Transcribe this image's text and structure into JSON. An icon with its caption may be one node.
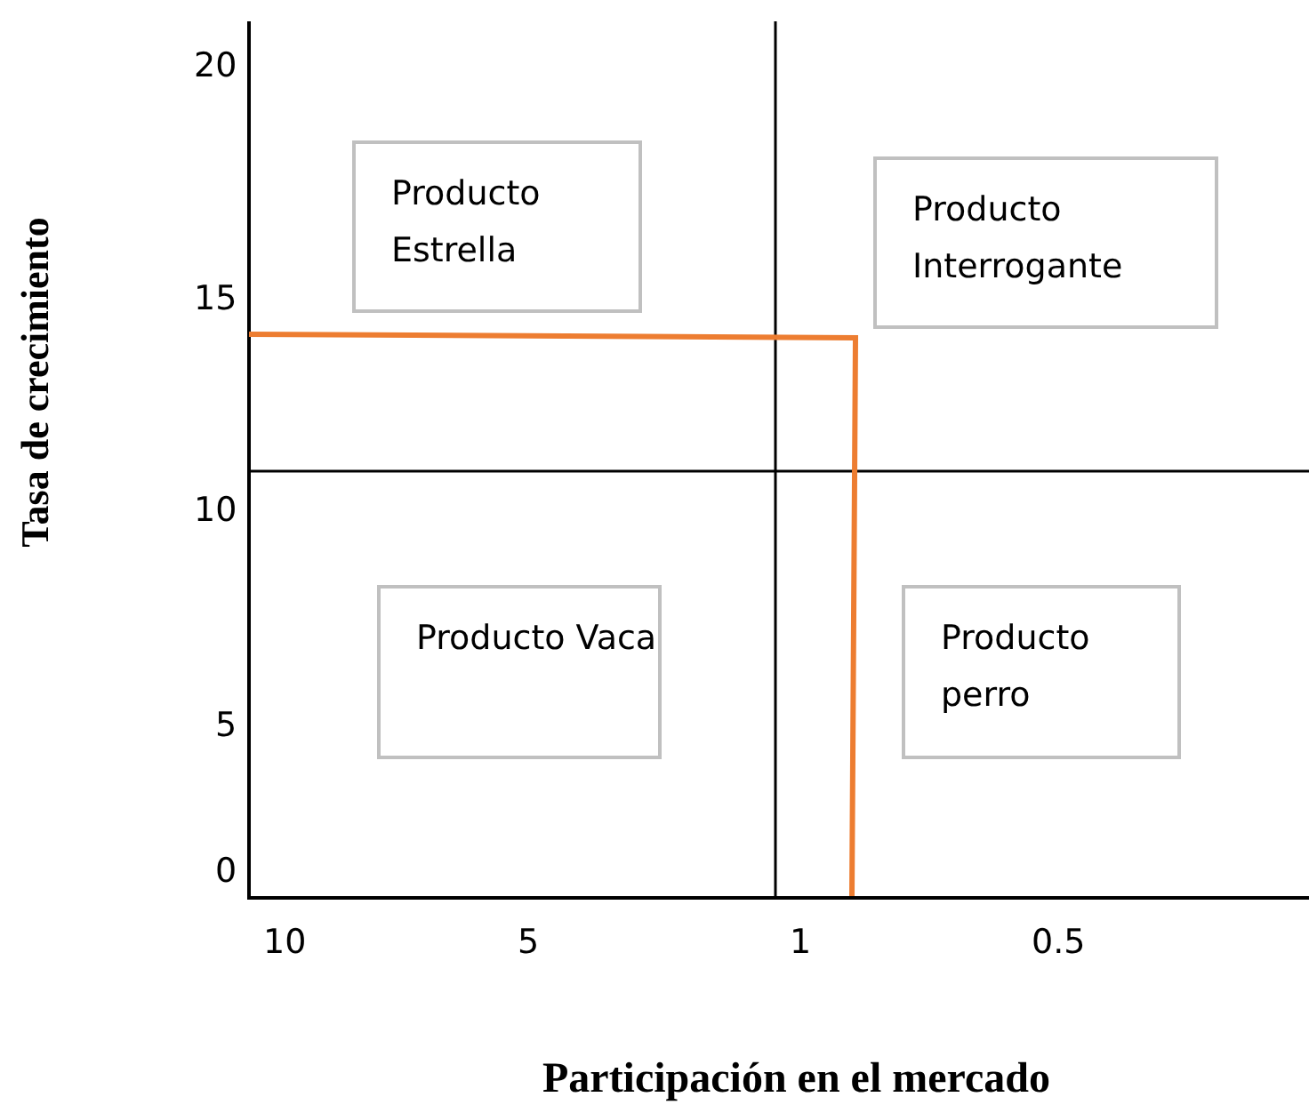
{
  "diagram": {
    "nodes": [
      {
        "text": [
          "Producto Estrella"
        ]
      },
      {
        "text": [
          "Producto Interrogante"
        ]
      },
      {
        "text": [
          "Producto Vaca"
        ]
      },
      {
        "text": [
          "Producto perro"
        ]
      }
    ],
    "labels": [
      "20",
      "Tasa de crecimiento",
      "15",
      "10",
      "5",
      "0",
      "10",
      "5",
      "1",
      "0.5",
      "Participación en el mercado"
    ]
  }
}
